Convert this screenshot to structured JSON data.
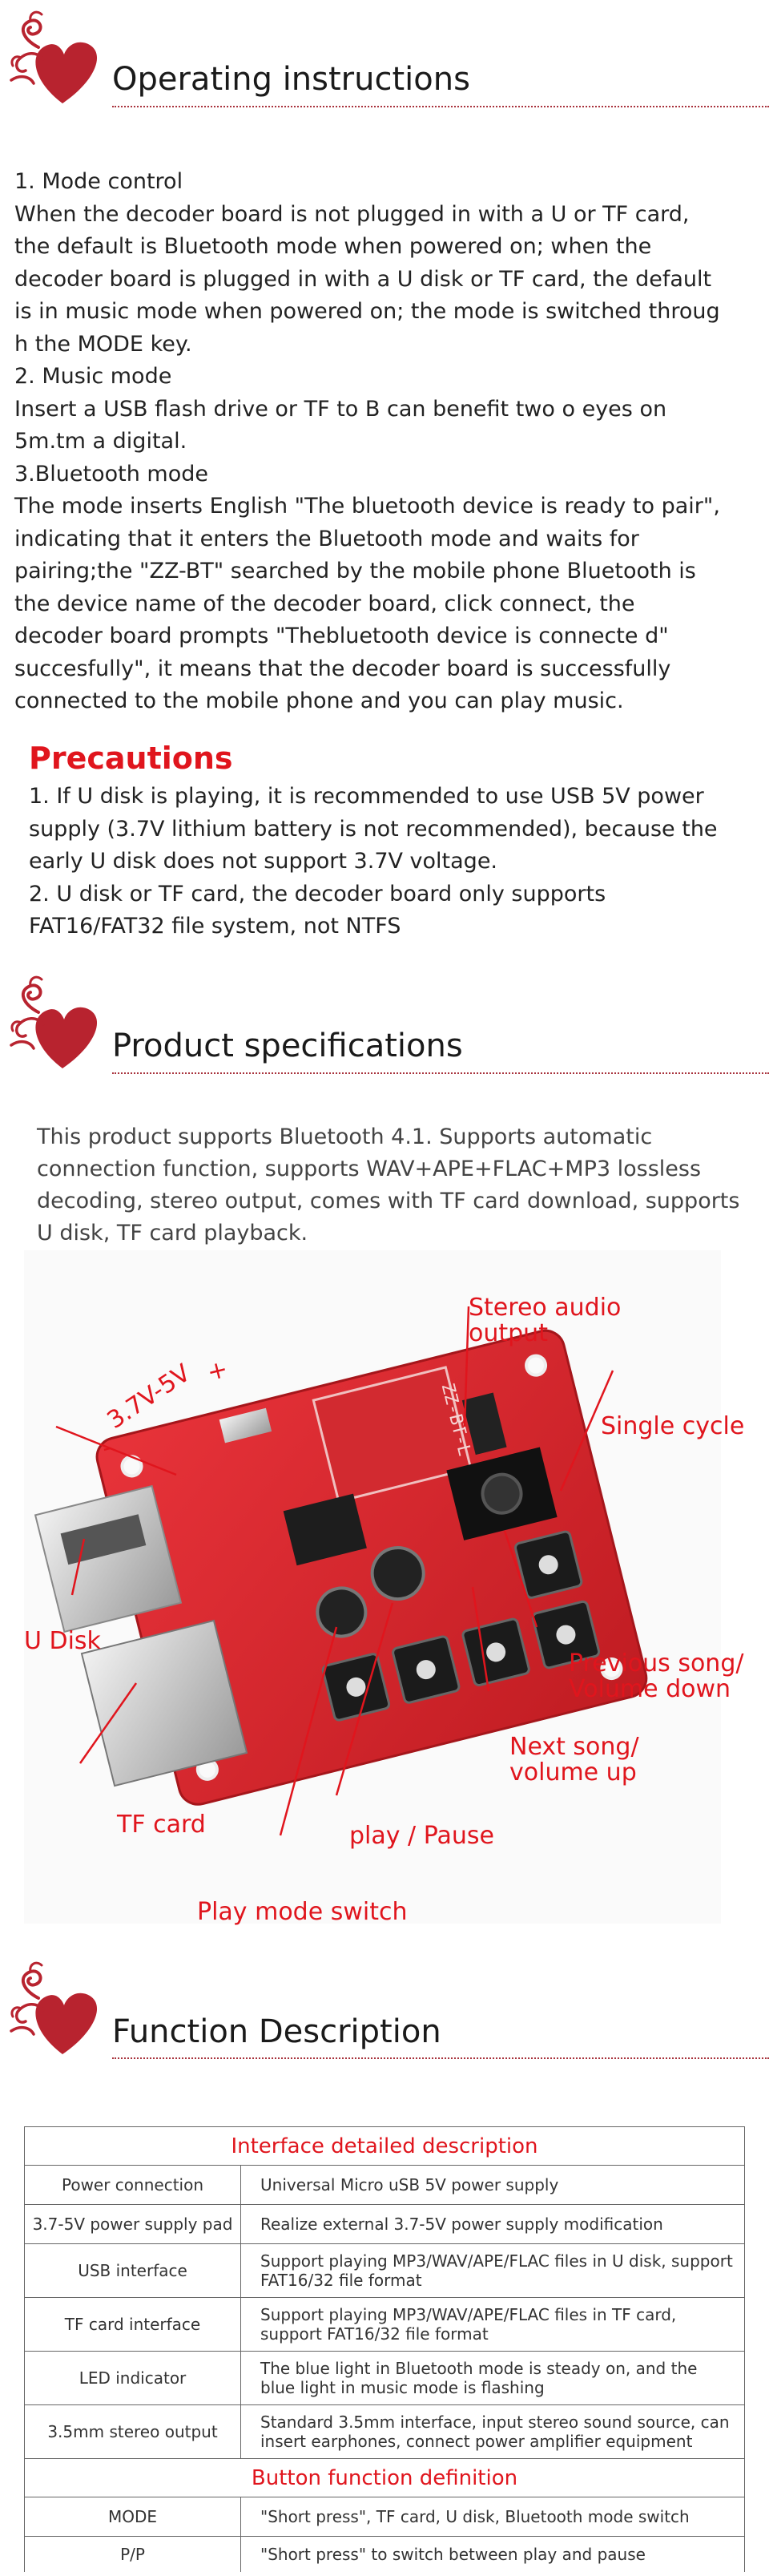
{
  "sections": {
    "operating": {
      "title": "Operating instructions"
    },
    "specs": {
      "title": "Product specifications"
    },
    "function": {
      "title": "Function Description"
    }
  },
  "operating_text": [
    "1. Mode control",
    "When the decoder board is not plugged in with a U or TF card,",
    "the default is Bluetooth mode when powered on; when the",
    "decoder board is plugged in with a U disk or TF card, the default",
    "is in music mode when powered on; the mode is switched throug",
    "h the MODE key.",
    "2. Music mode",
    "Insert a USB flash drive or TF to B can benefit two o eyes on",
    "5m.tm a digital.",
    "3.Bluetooth mode",
    "The mode inserts English \"The bluetooth device is ready to pair\",",
    "indicating that it enters the Bluetooth mode and waits for",
    "pairing;the \"ZZ-BT\" searched by the mobile phone Bluetooth is",
    "the device name of the decoder board, click connect, the",
    "decoder board prompts \"Thebluetooth device is connecte d\"",
    "succesfully\", it means that the decoder board is successfully",
    "connected to the mobile phone and you can play music."
  ],
  "precautions": {
    "title": "Precautions",
    "lines": [
      "1. If U disk is playing, it is recommended to use USB 5V power",
      "supply (3.7V lithium battery is not recommended), because the",
      "early U disk does not support 3.7V voltage.",
      "2. U disk or TF card, the decoder board only supports",
      "FAT16/FAT32 file system, not NTFS"
    ]
  },
  "spec_text": [
    "This product supports Bluetooth 4.1. Supports automatic",
    "connection function, supports WAV+APE+FLAC+MP3 lossless",
    "decoding, stereo output, comes with TF card download, supports",
    "U disk, TF card playback."
  ],
  "board": {
    "silk_voltage": "3.7V-5V",
    "silk_minus": "-",
    "silk_plus": "+",
    "silk_model": "ZZ-BT-L",
    "callouts": {
      "stereo": [
        "Stereo audio",
        "output"
      ],
      "single_cycle": "Single cycle",
      "u_disk": "U Disk",
      "previous": [
        "Previous song/",
        "Volume down"
      ],
      "next": [
        "Next song/",
        "volume up"
      ],
      "tf_card": "TF card",
      "play_pause": "play / Pause",
      "mode_switch": "Play mode switch"
    }
  },
  "table": {
    "interface_header": "Interface detailed description",
    "interface_rows": [
      {
        "name": "Power connection",
        "desc": "Universal Micro uSB 5V power supply"
      },
      {
        "name": "3.7-5V power supply pad",
        "desc": "Realize external 3.7-5V power supply modification"
      },
      {
        "name": "USB interface",
        "desc": "Support playing MP3/WAV/APE/FLAC files in U disk, support FAT16/32 file format"
      },
      {
        "name": "TF card interface",
        "desc": "Support playing MP3/WAV/APE/FLAC files in TF card, support FAT16/32 file format"
      },
      {
        "name": "LED indicator",
        "desc": "The blue light in Bluetooth mode is steady on, and the blue light in music mode is flashing"
      },
      {
        "name": "3.5mm stereo output",
        "desc": "Standard 3.5mm interface, input stereo sound source, can insert earphones, connect power amplifier equipment"
      }
    ],
    "button_header": "Button function definition",
    "button_rows": [
      {
        "name": "MODE",
        "desc": "\"Short press\", TF card, U disk, Bluetooth mode switch"
      },
      {
        "name": "P/P",
        "desc": "\"Short press\" to switch between play and pause"
      }
    ]
  },
  "colors": {
    "accent_red": "#e0151d",
    "logo_red": "#b8232f",
    "rule_red": "#a8323c",
    "pcb_red": "#d9262c"
  }
}
